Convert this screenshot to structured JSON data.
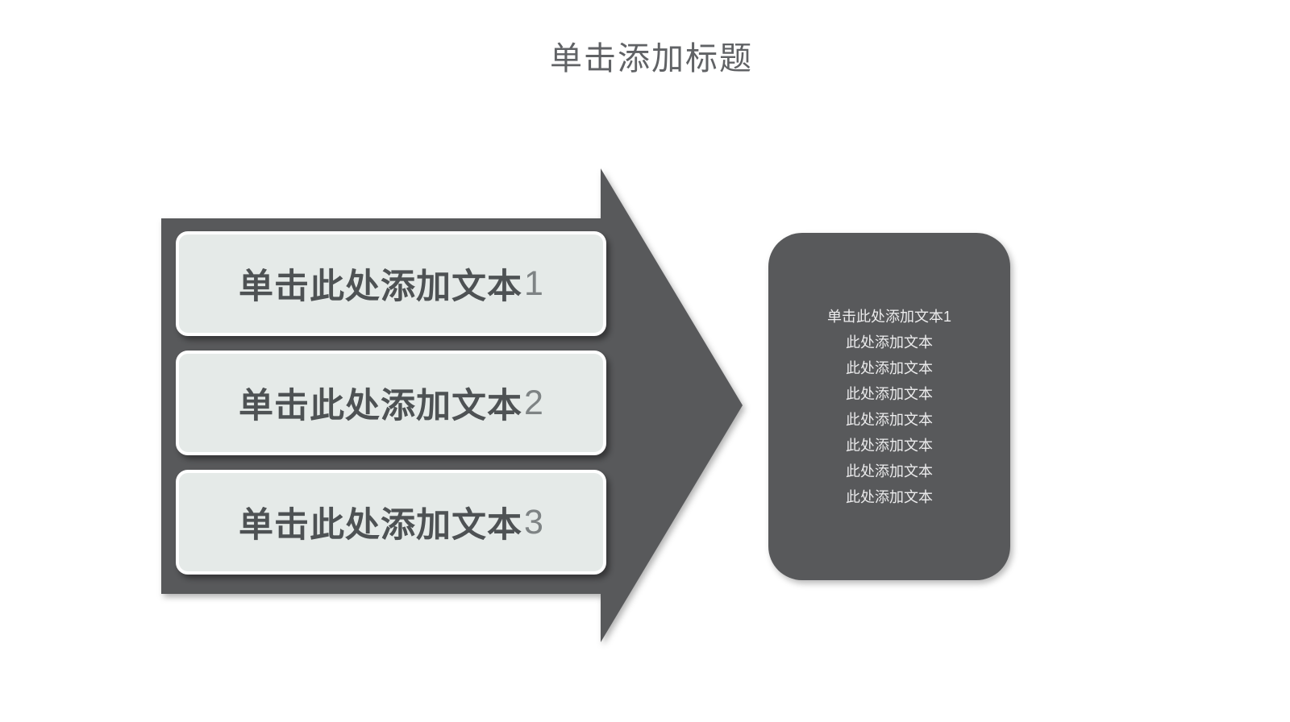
{
  "slide": {
    "title": "单击添加标题",
    "colors": {
      "background": "#ffffff",
      "title_text": "#606265",
      "arrow": "#58595b",
      "panel": "#58595b",
      "box_bg": "#e5eae8",
      "box_text": "#4e5254",
      "box_number": "#7e8384",
      "panel_text": "#ececed",
      "box_border": "#ffffff"
    },
    "boxes": [
      {
        "label": "单击此处添加文本",
        "number": "1"
      },
      {
        "label": "单击此处添加文本",
        "number": "2"
      },
      {
        "label": "单击此处添加文本",
        "number": "3"
      }
    ],
    "panel": {
      "heading": "单击此处添加文本1",
      "lines": [
        "此处添加文本",
        "此处添加文本",
        "此处添加文本",
        "此处添加文本",
        "此处添加文本",
        "此处添加文本",
        "此处添加文本"
      ]
    }
  }
}
